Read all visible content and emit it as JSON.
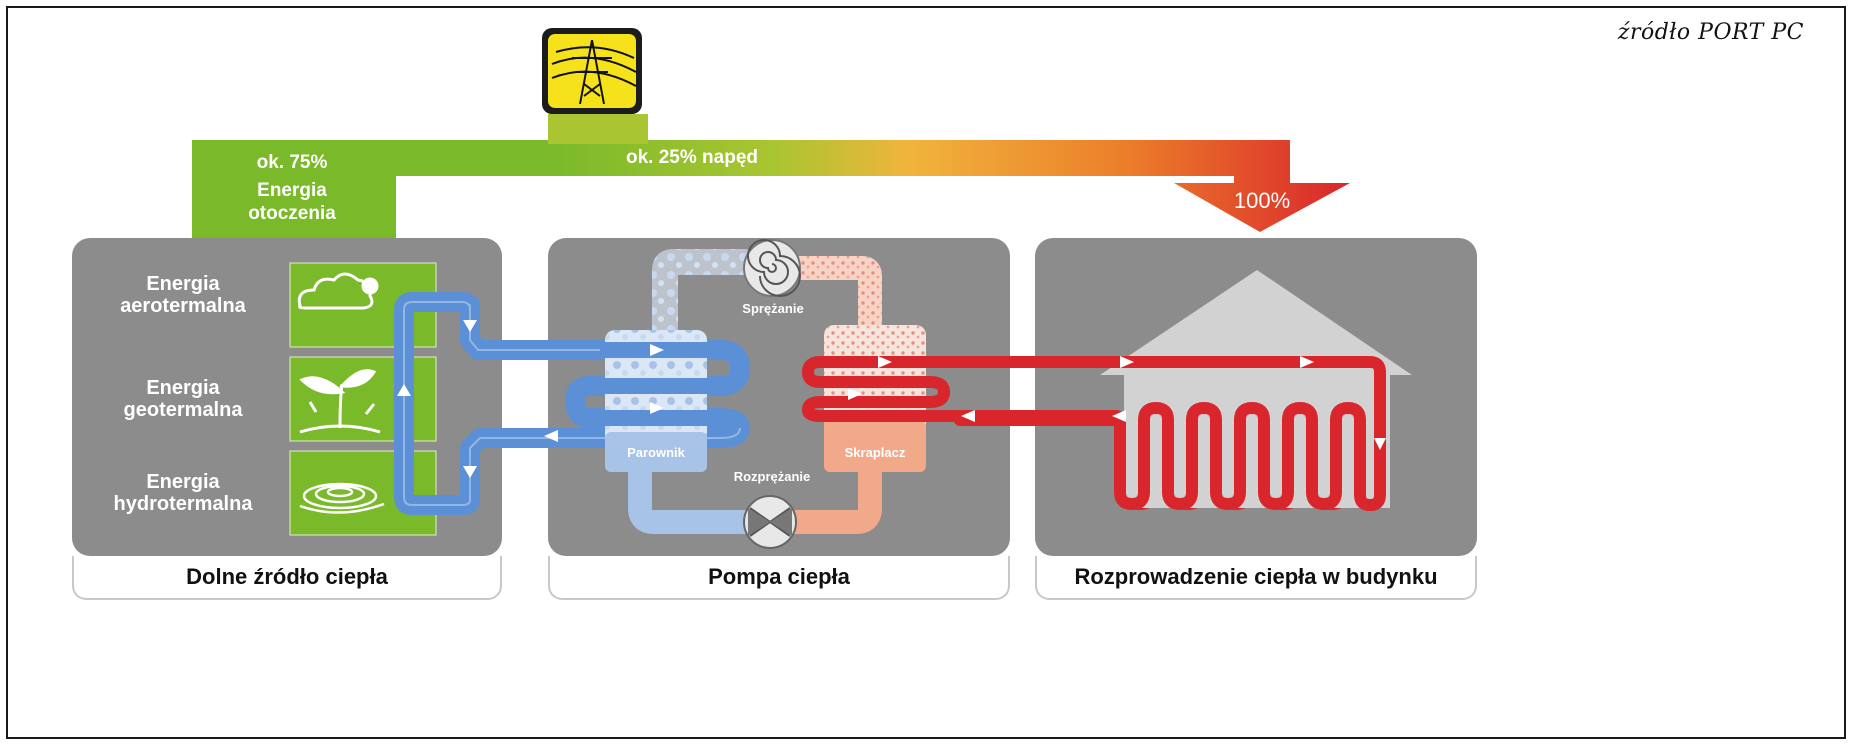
{
  "source_note": "źródło PORT PC",
  "energy_flow": {
    "ambient_percent": "ok. 75%",
    "ambient_label_line1": "Energia",
    "ambient_label_line2": "otoczenia",
    "drive_label": "ok. 25% napęd",
    "total_label": "100%"
  },
  "sources": [
    {
      "line1": "Energia",
      "line2": "aerotermalna",
      "icon": "cloud-sun-icon"
    },
    {
      "line1": "Energia",
      "line2": "geotermalna",
      "icon": "sprout-icon"
    },
    {
      "line1": "Energia",
      "line2": "hydrotermalna",
      "icon": "water-ripple-icon"
    }
  ],
  "heat_pump": {
    "compression": "Sprężanie",
    "evaporator": "Parownik",
    "expansion": "Rozprężanie",
    "condenser": "Skraplacz"
  },
  "footers": {
    "left": "Dolne źródło ciepła",
    "middle": "Pompa ciepła",
    "right": "Rozprowadzenie ciepła w budynku"
  },
  "colors": {
    "green": "#7ab929",
    "orange": "#e98a1e",
    "red": "#d9262c",
    "blue": "#5b8fd6",
    "light_blue": "#a8c3e8",
    "salmon": "#f2a98a",
    "panel_gray": "#8c8c8c",
    "pylon_yellow": "#f5e21a"
  }
}
